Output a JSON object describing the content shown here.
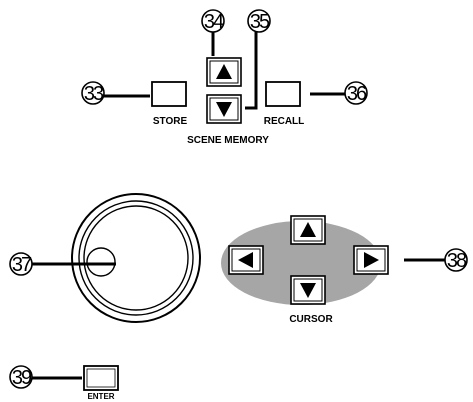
{
  "scene_memory": {
    "title": "SCENE MEMORY",
    "store_label": "STORE",
    "recall_label": "RECALL"
  },
  "cursor": {
    "title": "CURSOR"
  },
  "enter": {
    "label": "ENTER"
  },
  "callouts": {
    "store": "33",
    "scene_up": "34",
    "scene_down": "35",
    "recall": "36",
    "data_wheel": "37",
    "cursor_pad": "38",
    "enter": "39"
  },
  "icons": {
    "up": "arrow-up-icon",
    "down": "arrow-down-icon",
    "left": "arrow-left-icon",
    "right": "arrow-right-icon"
  },
  "colors": {
    "cursor_pad_fill": "#a6a6a6",
    "ink": "#000000"
  }
}
